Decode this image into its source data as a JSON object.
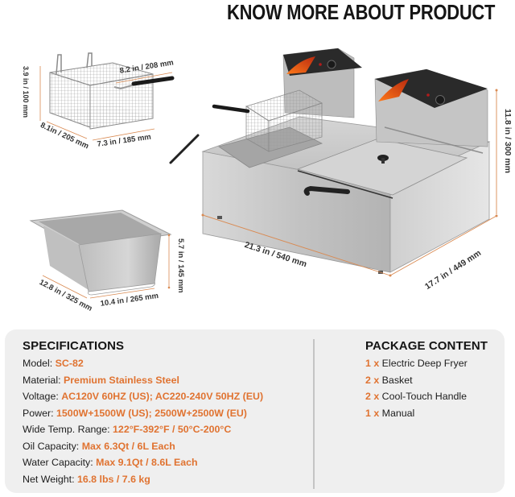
{
  "header": {
    "title": "KNOW MORE ABOUT PRODUCT"
  },
  "colors": {
    "accent": "#e07331",
    "panel_bg": "#efefef",
    "divider": "#c4c4c4",
    "dimension_line": "#d98a52",
    "steel": "#c9c9c9",
    "control_panel": "#2a2a2a"
  },
  "images": {
    "basket": {
      "alt": "fry-basket",
      "dimensions": {
        "height": "3.9 in / 100 mm",
        "handle": "8.2 in / 208 mm",
        "depth": "8.1in / 205 mm",
        "width": "7.3 in / 185 mm"
      }
    },
    "tank": {
      "alt": "oil-tank",
      "dimensions": {
        "height": "5.7 in / 145 mm",
        "depth": "12.8 in / 325 mm",
        "width": "10.4 in / 265 mm"
      }
    },
    "fryer": {
      "alt": "double-electric-deep-fryer",
      "dimensions": {
        "height": "11.8 in / 300 mm",
        "width": "21.3 in / 540 mm",
        "depth": "17.7 in / 449 mm"
      }
    }
  },
  "specifications": {
    "title": "SPECIFICATIONS",
    "rows": [
      {
        "label": "Model: ",
        "value": "SC-82"
      },
      {
        "label": "Material: ",
        "value": "Premium Stainless Steel"
      },
      {
        "label": "Voltage: ",
        "value": "AC120V 60HZ (US); AC220-240V 50HZ (EU)"
      },
      {
        "label": "Power: ",
        "value": "1500W+1500W (US); 2500W+2500W (EU)"
      },
      {
        "label": "Wide Temp. Range: ",
        "value": "122°F-392°F / 50°C-200°C"
      },
      {
        "label": "Oil Capacity: ",
        "value": "Max 6.3Qt / 6L Each"
      },
      {
        "label": "Water Capacity: ",
        "value": "Max 9.1Qt / 8.6L Each"
      },
      {
        "label": "Net Weight: ",
        "value": "16.8 lbs / 7.6 kg"
      }
    ]
  },
  "package_content": {
    "title": "PACKAGE CONTENT",
    "items": [
      {
        "qty": "1 x ",
        "name": "Electric Deep Fryer"
      },
      {
        "qty": "2 x ",
        "name": "Basket"
      },
      {
        "qty": "2 x ",
        "name": "Cool-Touch Handle"
      },
      {
        "qty": "1 x ",
        "name": "Manual"
      }
    ]
  }
}
